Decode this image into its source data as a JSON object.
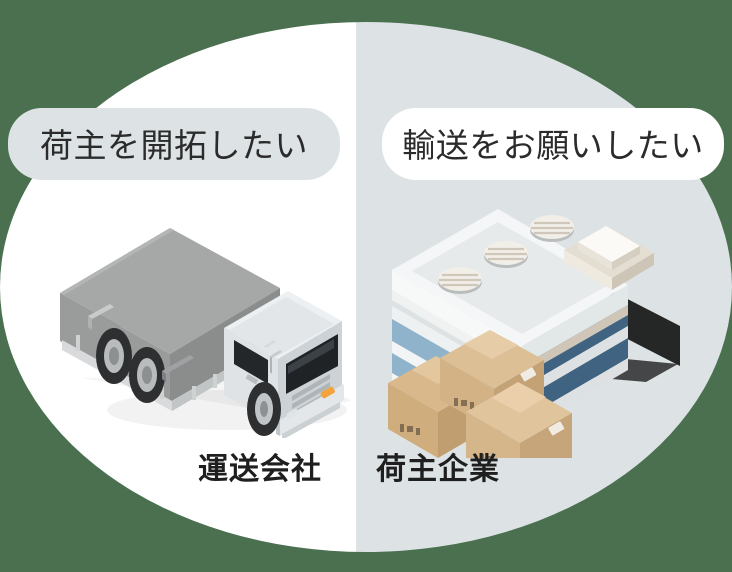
{
  "page": {
    "background_color": "#4a7050",
    "circle": {
      "left_half_color": "#ffffff",
      "right_half_color": "#dde3e5"
    }
  },
  "left_panel": {
    "bubble": {
      "text": "荷主を開拓したい",
      "background_color": "#dde3e5",
      "text_color": "#2b2b2b"
    },
    "illustration": "delivery-truck-isometric",
    "caption": "運送会社"
  },
  "right_panel": {
    "bubble": {
      "text": "輸送をお願いしたい",
      "background_color": "#ffffff",
      "text_color": "#2b2b2b"
    },
    "illustration": "warehouse-building-with-boxes-isometric",
    "caption": "荷主企業"
  },
  "icons": {
    "truck": "truck-icon",
    "warehouse": "warehouse-icon",
    "boxes": "cardboard-boxes-icon",
    "vents": "roof-vent-icon"
  }
}
